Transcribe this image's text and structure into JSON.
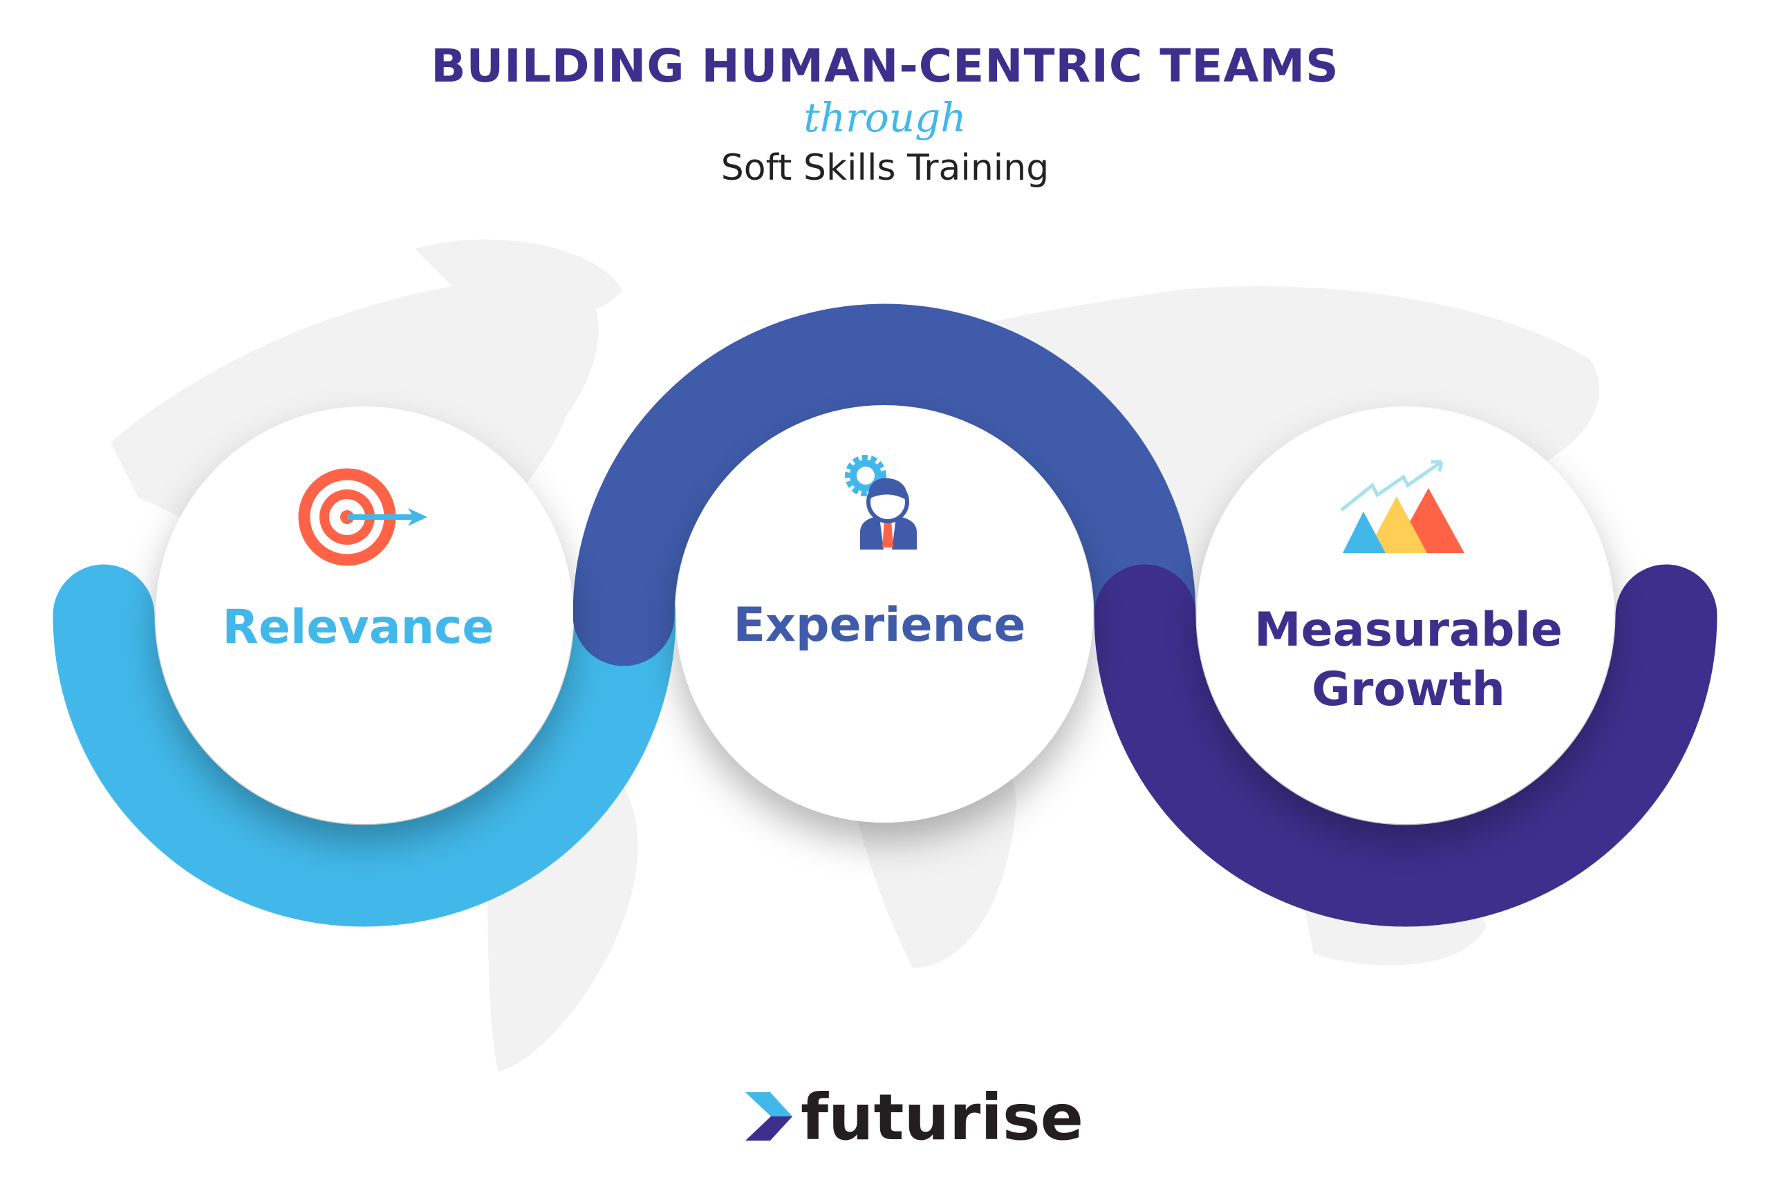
{
  "header": {
    "title": "BUILDING HUMAN-CENTRIC TEAMS",
    "connector": "through",
    "subtitle": "Soft Skills Training"
  },
  "steps": [
    {
      "label": "Relevance",
      "icon": "target-icon",
      "color": "#41B8E9"
    },
    {
      "label": "Experience",
      "icon": "businessman-gear-icon",
      "color": "#3F5BAA"
    },
    {
      "label_line1": "Measurable",
      "label_line2": "Growth",
      "icon": "growth-chart-icon",
      "color": "#3E2F8D"
    }
  ],
  "brand": {
    "name": "futurise"
  },
  "colors": {
    "light_blue": "#41B8E9",
    "mid_blue": "#3F5BAA",
    "purple": "#3E2F8D",
    "accent": "#FF6347",
    "yellow": "#FFCE54"
  }
}
